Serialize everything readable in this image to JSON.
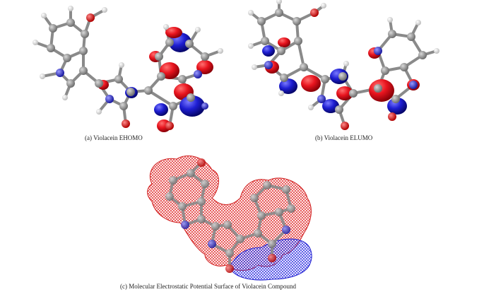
{
  "figure": {
    "captions": {
      "a": "(a) Violacein EHOMO",
      "b": "(b) Violacein ELUMO",
      "c": "(c) Molecular Electrostatic Potential Surface of Violacein Compound"
    },
    "colors": {
      "background": "#ffffff",
      "carbon": "#8c8c8c",
      "hydrogen": "#f2f2f2",
      "oxygen": "#e02020",
      "nitrogen": "#3030d8",
      "orbital_positive": "#e8141e",
      "orbital_negative": "#1e1ed2",
      "mep_negative_mesh": "#e02828",
      "mep_positive_mesh": "#2828e0"
    },
    "panels": [
      {
        "id": "a",
        "content": "molecule-with-homo-orbital-lobes"
      },
      {
        "id": "b",
        "content": "molecule-with-lumo-orbital-lobes"
      },
      {
        "id": "c",
        "content": "molecule-with-electrostatic-mesh-surface"
      }
    ]
  }
}
